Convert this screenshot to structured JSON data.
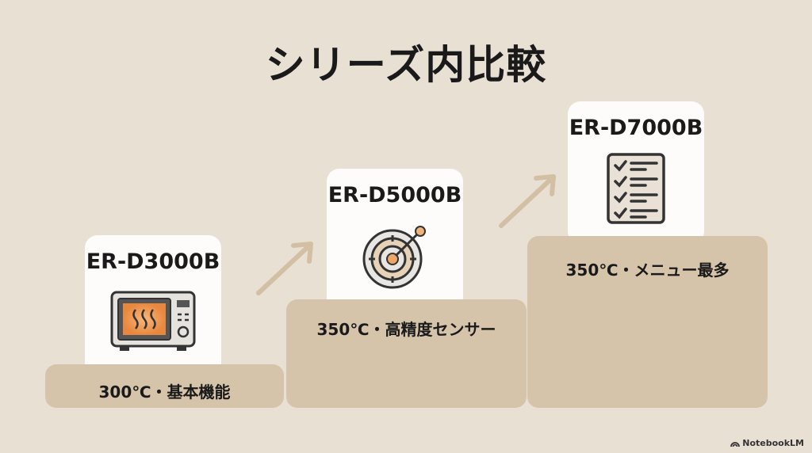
{
  "title": "シリーズ内比較",
  "steps": [
    {
      "model": "ER-D3000B",
      "icon": "microwave-icon",
      "spec": "300℃・基本機能"
    },
    {
      "model": "ER-D5000B",
      "icon": "target-icon",
      "spec": "350℃・高精度センサー"
    },
    {
      "model": "ER-D7000B",
      "icon": "checklist-icon",
      "spec": "350℃・メニュー最多"
    }
  ],
  "brand": "NotebookLM",
  "colors": {
    "background": "#e9e0d4",
    "platform": "#d6c4aa",
    "card": "#fdfcfa",
    "arrow": "#d2bfa4"
  }
}
